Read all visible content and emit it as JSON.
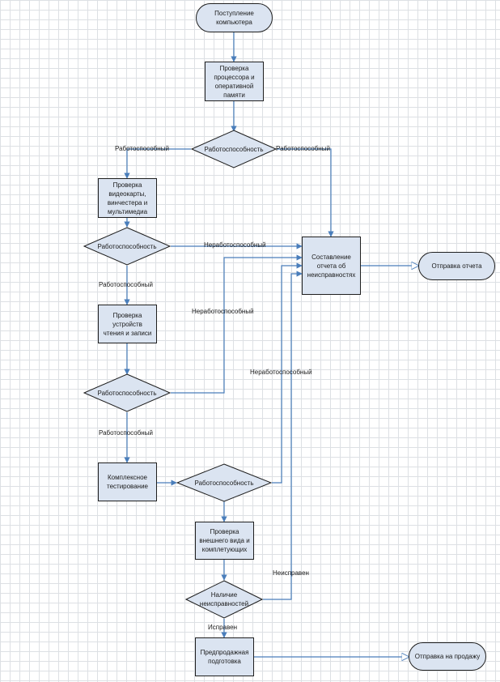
{
  "nodes": {
    "start": "Поступление\nкомпьютера",
    "check_cpu": "Проверка\nпроцессора и\nоперативной\nпамяти",
    "dec1": "Работоспособность",
    "check_video": "Проверка\nвидеокарты,\nвинчестера и\nмультимедиа",
    "dec2": "Работоспособность",
    "check_rw": "Проверка\nустройств\nчтения и записи",
    "dec3": "Работоспособность",
    "complex": "Комплексное\nтестирование",
    "dec4": "Работоспособность",
    "check_ext": "Проверка\nвнешнего вида и\nкомплетующих",
    "dec5": "Наличие\nнеисправностей",
    "presale": "Предпродажная\nподготовка",
    "report": "Составление\nотчета об\nнеисправностях",
    "send_report": "Отправка отчета",
    "send_sale": "Отправка на продажу"
  },
  "edge_labels": {
    "dec1_left": "Работоспособный",
    "dec1_right": "Работоспособный",
    "dec2_right": "Неработоспособный",
    "dec2_down": "Работоспособный",
    "dec3_right": "Неработоспособный",
    "dec3_down": "Работоспособный",
    "dec4_right": "Неработоспособный",
    "dec5_right": "Неисправен",
    "dec5_down": "Исправен"
  },
  "colors": {
    "shape_fill": "#dbe4f1",
    "shape_border": "#1f1f1f",
    "connector": "#4a7ebb"
  }
}
